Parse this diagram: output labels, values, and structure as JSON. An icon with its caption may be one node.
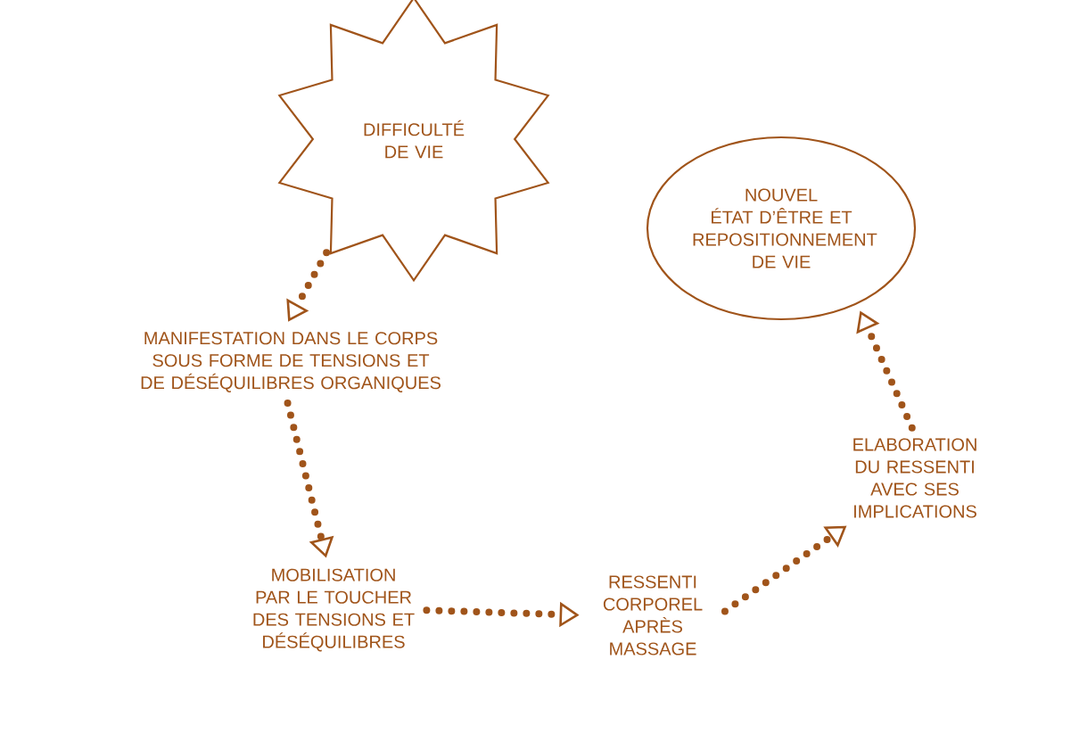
{
  "diagram": {
    "nodes": [
      {
        "text": [
          "DIFFICULTÉ DE VIE"
        ]
      },
      {
        "text": [
          "MANIFESTATION DANS LE CORPS SOUS FORME DE TENSIONS ET DE DÉSÉQUILIBRES ORGANIQUES"
        ]
      },
      {
        "text": [
          "MOBILISATION PAR LE TOUCHER DES TENSIONS ET DÉSÉQUILIBRES"
        ]
      },
      {
        "text": [
          "RESSENTI CORPOREL APRÈS MASSAGE"
        ]
      },
      {
        "text": [
          "ELABORATION DU RESSENTI AVEC SES IMPLICATIONS"
        ]
      },
      {
        "text": [
          "NOUVEL ÉTAT D’ÊTRE ET REPOSITIONNEMENT DE VIE"
        ]
      }
    ],
    "edges": [
      {
        "from": 0,
        "to": 1,
        "arrow": "to"
      },
      {
        "from": 1,
        "to": 2,
        "arrow": "to"
      },
      {
        "from": 2,
        "to": 3,
        "arrow": "to"
      },
      {
        "from": 3,
        "to": 4,
        "arrow": "to"
      },
      {
        "from": 4,
        "to": 5,
        "arrow": "to"
      }
    ]
  }
}
